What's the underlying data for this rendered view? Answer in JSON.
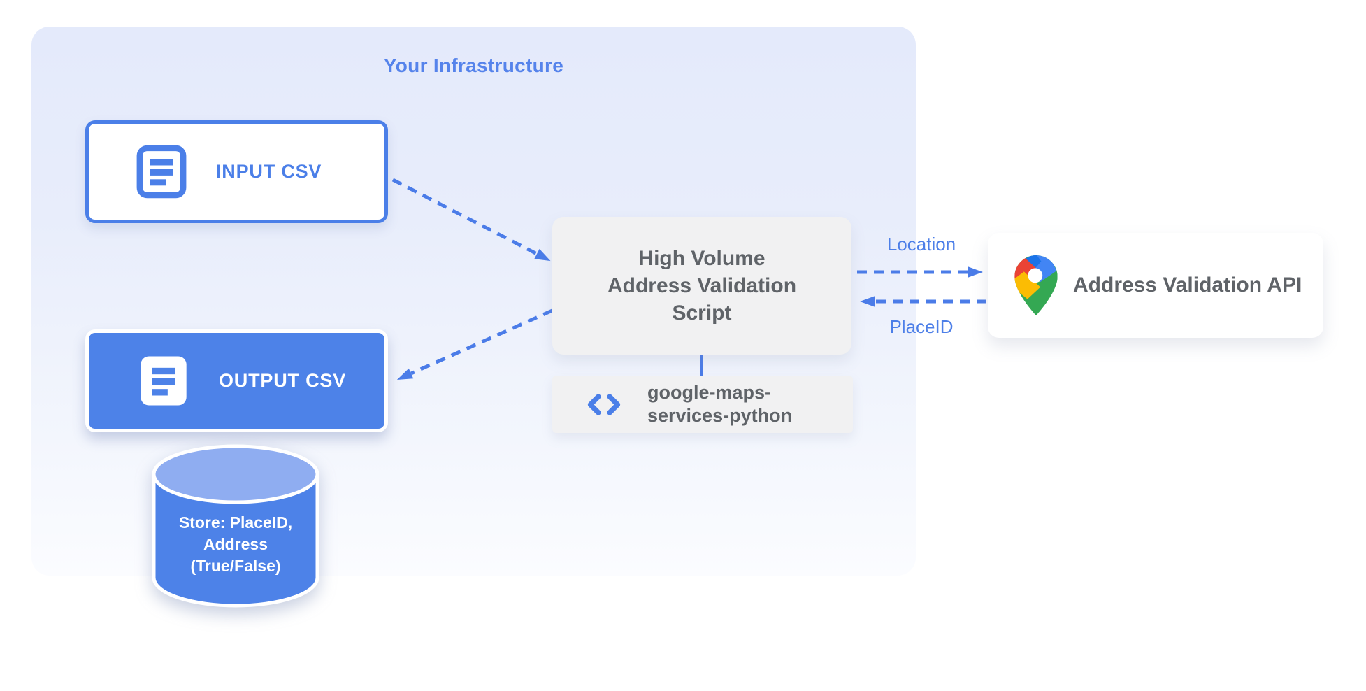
{
  "colors": {
    "accent_blue": "#4b7fe8",
    "node_fill_blue": "#4d82e8",
    "cylinder_top_blue": "#8fadf1",
    "edge_label_blue": "#4d7fe8",
    "title_blue": "#5583eb",
    "gray_box": "#f1f1f2",
    "gray_text": "#5f6368",
    "maps_pin_red": "#EA4335",
    "maps_pin_blue": "#4285F4",
    "maps_pin_dark_blue": "#1A73E8",
    "maps_pin_yellow": "#FBBC04",
    "maps_pin_green": "#34A853"
  },
  "infrastructure": {
    "title": "Your Infrastructure"
  },
  "nodes": {
    "input_csv": {
      "label": "INPUT CSV"
    },
    "output_csv": {
      "label": "OUTPUT CSV"
    },
    "datastore": {
      "lines": [
        "Store: PlaceID,",
        "Address",
        "(True/False)"
      ]
    },
    "script": {
      "lines": [
        "High Volume",
        "Address Validation",
        "Script"
      ]
    },
    "library": {
      "lines": [
        "google-maps-",
        "services-python"
      ]
    },
    "api": {
      "label": "Address Validation API"
    }
  },
  "edges": {
    "location": {
      "label": "Location"
    },
    "placeid": {
      "label": "PlaceID"
    }
  }
}
